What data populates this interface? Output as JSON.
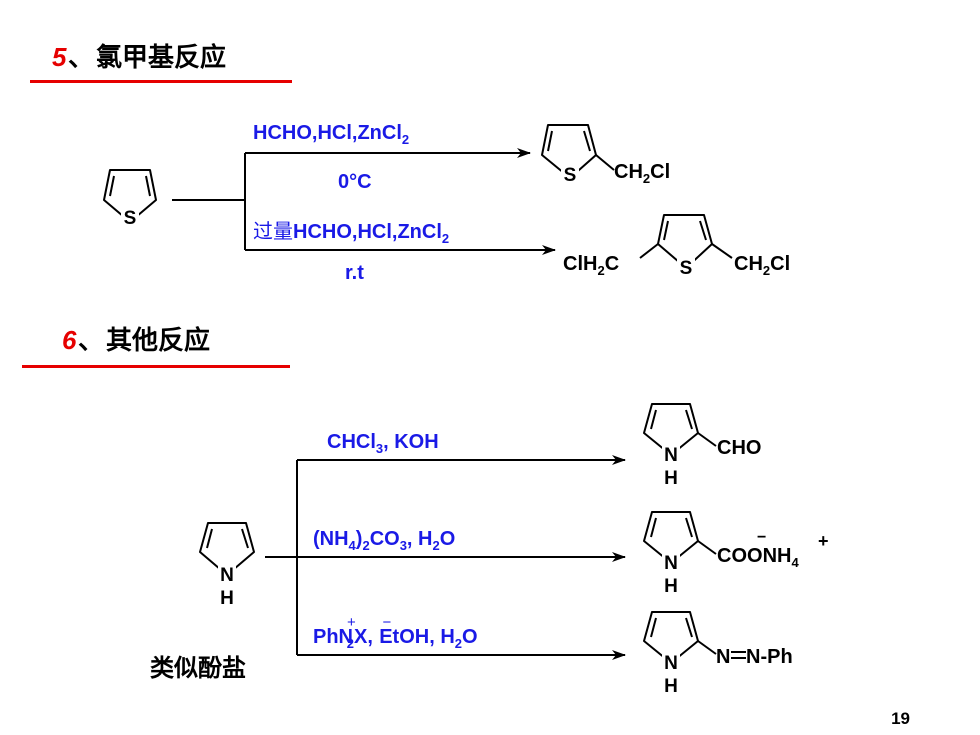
{
  "sections": [
    {
      "number": "5",
      "separator": "、",
      "title": "氯甲基反应"
    },
    {
      "number": "6",
      "separator": "、",
      "title": "其他反应"
    }
  ],
  "reaction1": {
    "reactant_heteroatom": "S",
    "upper_reagent": {
      "main": "HCHO,HCl,ZnCl",
      "sub": "2"
    },
    "upper_condition": "0°C",
    "lower_reagent": {
      "cn": "过量",
      "main": "HCHO,HCl,ZnCl",
      "sub": "2"
    },
    "lower_condition": "r.t",
    "product1": {
      "heteroatom": "S",
      "group_a": "CH",
      "group_sub": "2",
      "group_b": "Cl"
    },
    "product2": {
      "heteroatom": "S",
      "left_a": "ClH",
      "left_sub": "2",
      "left_b": "C",
      "right_a": "CH",
      "right_sub": "2",
      "right_b": "Cl"
    }
  },
  "reaction2": {
    "reactant_n": "N",
    "reactant_h": "H",
    "side_note": "类似酚盐",
    "reagent1": {
      "main": "CHCl",
      "sub": "3",
      "tail": ", KOH"
    },
    "reagent2": {
      "a": "(NH",
      "sub1": "4",
      "b": ")",
      "sub2": "2",
      "c": "CO",
      "sub3": "3",
      "d": ", H",
      "sub4": "2",
      "e": "O"
    },
    "reagent3": {
      "a": "PhN",
      "plus": "+",
      "sub": "2",
      "b": "X, ",
      "minus": "−",
      "c": "EtOH, H",
      "sub2": "2",
      "d": "O"
    },
    "product1": {
      "n": "N",
      "h": "H",
      "group": "CHO"
    },
    "product2": {
      "n": "N",
      "h": "H",
      "group_a": "COO",
      "minus": "−",
      "group_b": "NH",
      "sub": "4",
      "plus": "+"
    },
    "product3": {
      "n": "N",
      "h": "H",
      "n1": "N",
      "group": "N-Ph"
    }
  },
  "page_number": "19",
  "colors": {
    "accent_red": "#e60000",
    "reagent_blue": "#1a1ae6",
    "text_black": "#000000"
  }
}
